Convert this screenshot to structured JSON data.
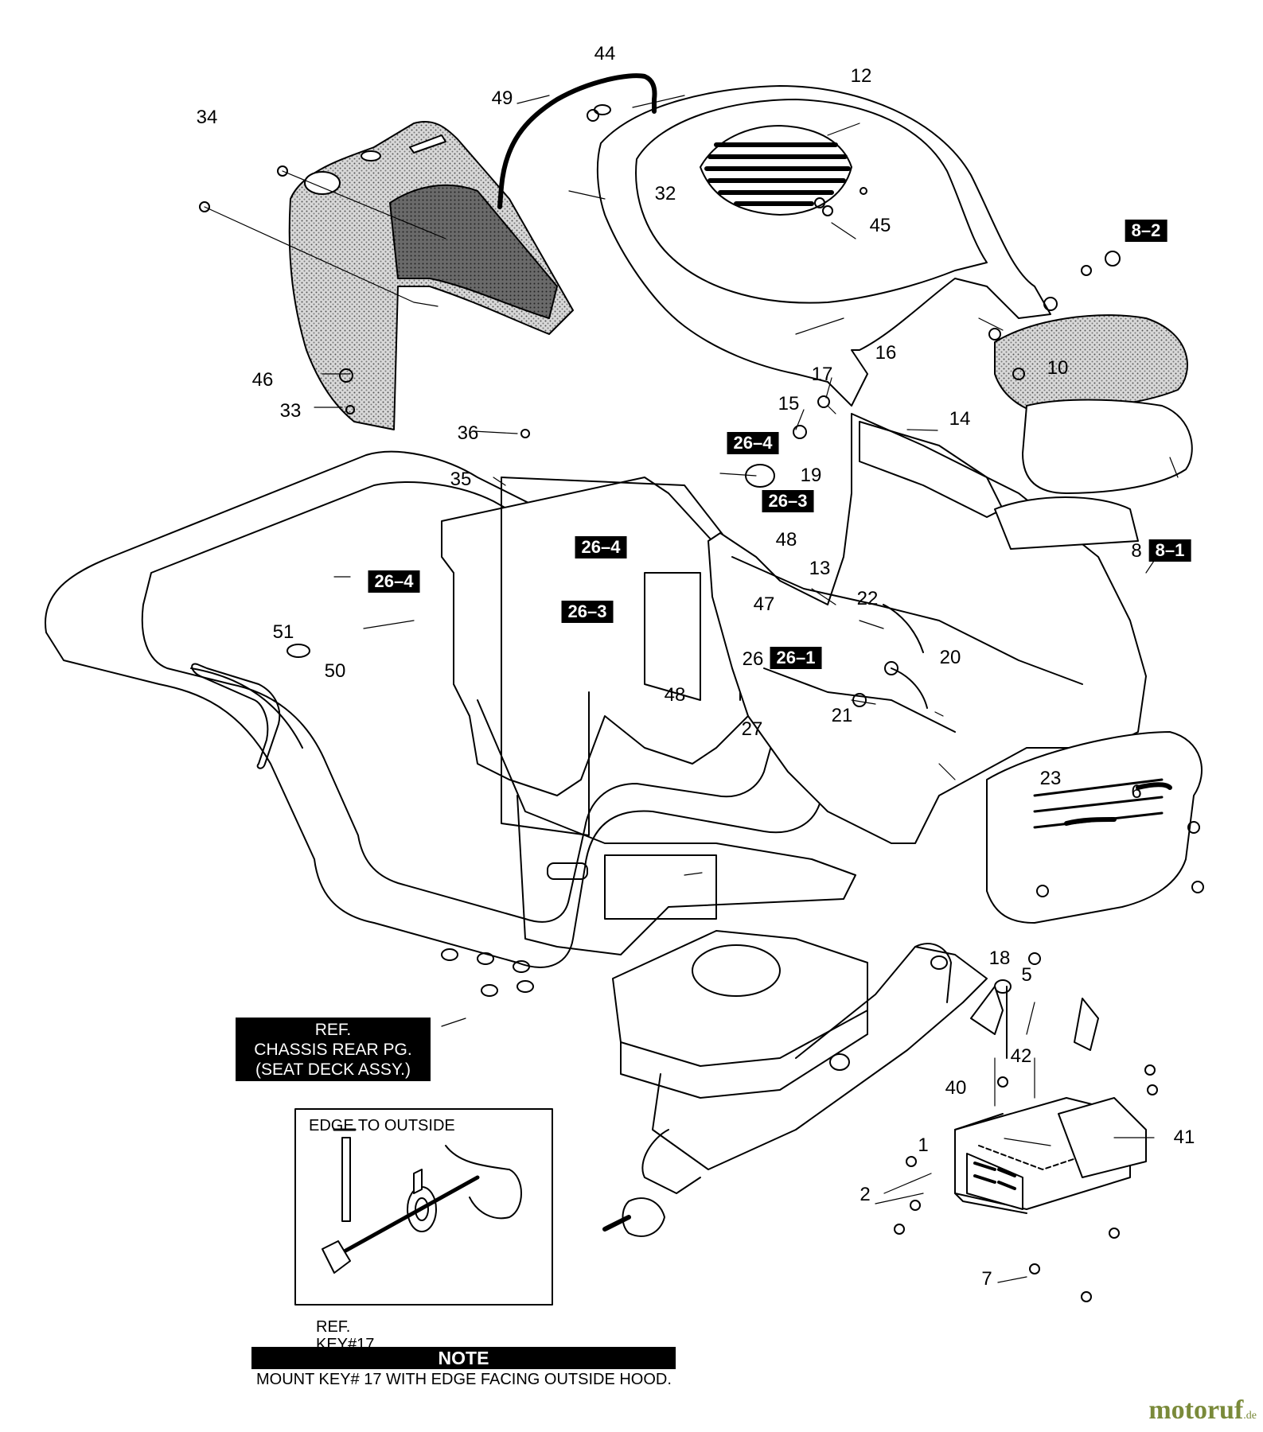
{
  "diagram": {
    "callouts": [
      "44",
      "12",
      "49",
      "34",
      "32",
      "45",
      "46",
      "33",
      "16",
      "10",
      "17",
      "15",
      "14",
      "36",
      "19",
      "35",
      "48",
      "13",
      "51",
      "22",
      "50",
      "20",
      "26",
      "48",
      "21",
      "27",
      "23",
      "6",
      "18",
      "5",
      "42",
      "40",
      "1",
      "41",
      "2",
      "7"
    ],
    "tags": [
      "8–2",
      "26–4",
      "26–3",
      "8–1",
      "26–4",
      "26–4",
      "26–3",
      "26–1",
      "47"
    ],
    "side_number_8": "8",
    "ref_box": {
      "line1": "REF.",
      "line2": "CHASSIS REAR PG.",
      "line3": "(SEAT DECK ASSY.)"
    },
    "detail": {
      "title": "EDGE TO OUTSIDE",
      "ref_line1": "REF.",
      "ref_line2": "KEY#17"
    },
    "note": {
      "header": "NOTE",
      "text": "MOUNT KEY# 17 WITH EDGE FACING OUTSIDE HOOD."
    },
    "watermark": {
      "brand": "motoruf",
      "tld": ".de"
    }
  }
}
